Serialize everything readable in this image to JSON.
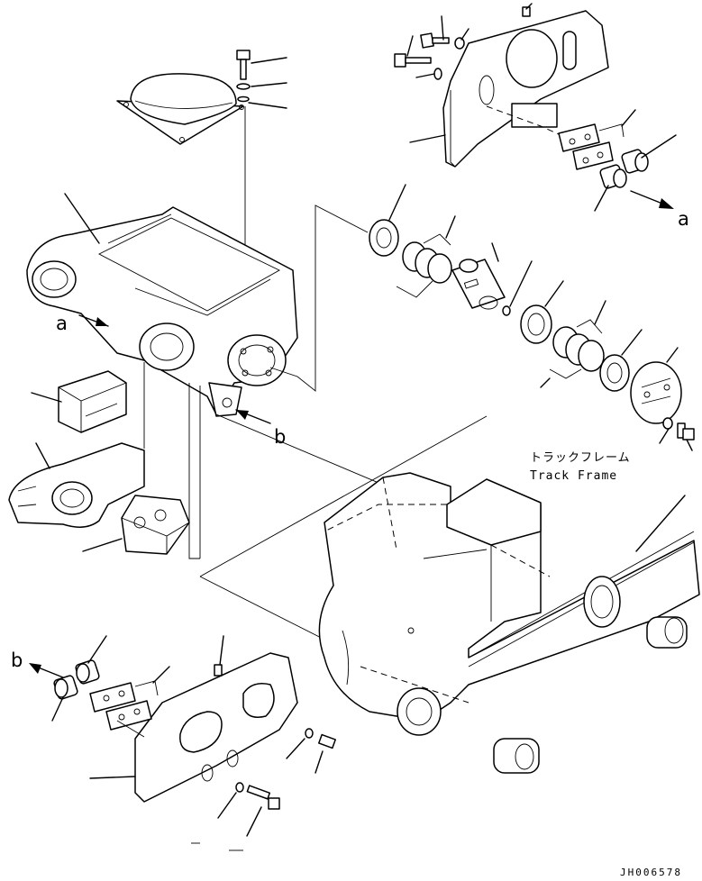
{
  "labels": {
    "ref_a": "a",
    "ref_b": "b",
    "track_frame_jp": "トラックフレーム",
    "track_frame_en": "Track Frame",
    "drawing_code": "JH006578"
  }
}
